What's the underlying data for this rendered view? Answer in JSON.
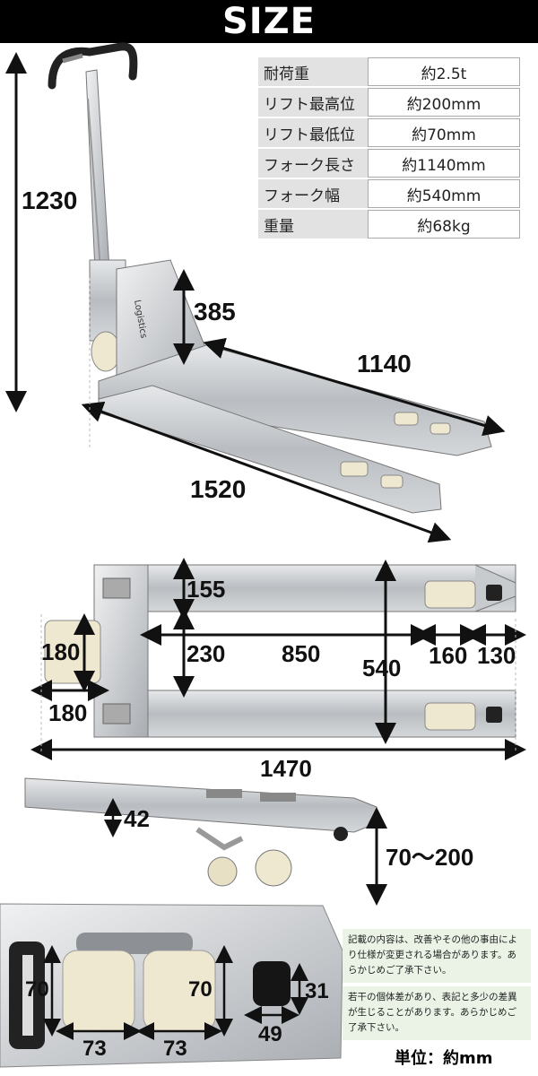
{
  "header": {
    "title": "SIZE"
  },
  "specs": [
    {
      "label": "耐荷重",
      "value": "約2.5t"
    },
    {
      "label": "リフト最高位",
      "value": "約200mm"
    },
    {
      "label": "リフト最低位",
      "value": "約70mm"
    },
    {
      "label": "フォーク長さ",
      "value": "約1140mm"
    },
    {
      "label": "フォーク幅",
      "value": "約540mm"
    },
    {
      "label": "重量",
      "value": "約68kg"
    }
  ],
  "dimensions": {
    "height_total": "1230",
    "height_frame": "385",
    "fork_length": "1140",
    "total_length": "1520",
    "fork_gap_side": "155",
    "inner_gap": "230",
    "inner_length": "850",
    "width": "540",
    "roller_span": "160",
    "tip_length": "130",
    "steer_wheel_dia": "180",
    "steer_wheel_track": "180",
    "overall_top": "1470",
    "fork_thickness": "42",
    "lift_range": "70～200",
    "roller_left": "70",
    "roller_right": "70",
    "small_wheel_h": "31",
    "roller_width_1": "73",
    "roller_width_2": "73",
    "small_wheel_w": "49"
  },
  "brand_label": "Logistics",
  "notes": {
    "note1": "記載の内容は、改善やその他の事由により仕様が変更される場合があります。あらかじめご了承下さい。",
    "note2": "若干の個体差があり、表記と多少の差異が生じることがあります。あらかじめご了承下さい。"
  },
  "unit_label": "単位：約mm"
}
